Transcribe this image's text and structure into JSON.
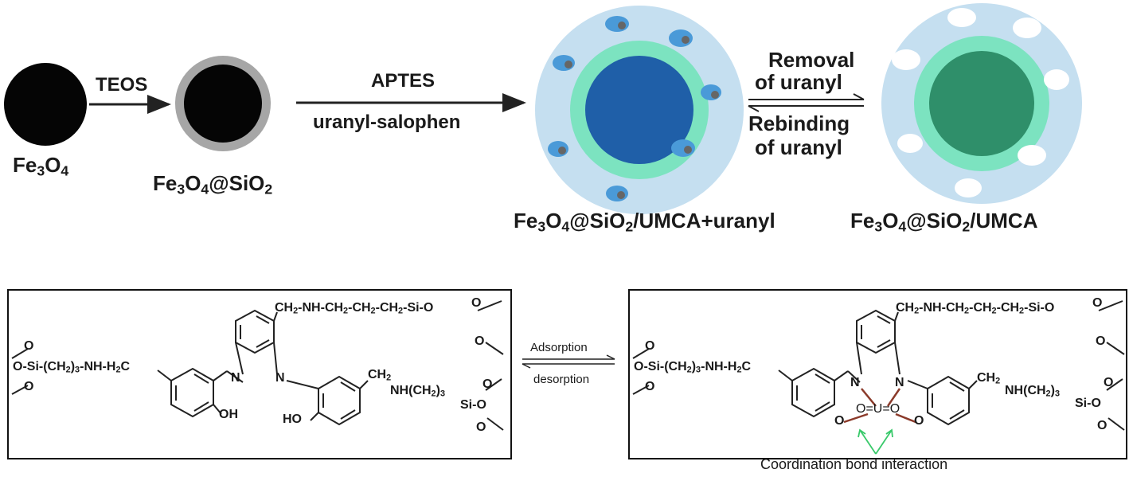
{
  "top_scheme": {
    "step1_reagent": "TEOS",
    "step2_reagent_top": "APTES",
    "step2_reagent_bottom": "uranyl-salophen",
    "removal_line1": "Removal",
    "removal_line2": "of uranyl",
    "rebinding_line1": "Rebinding",
    "rebinding_line2": "of uranyl",
    "label_fe3o4": {
      "a": "Fe",
      "b": "3",
      "c": "O",
      "d": "4"
    },
    "label_fe3o4_sio2": {
      "a": "Fe",
      "b": "3",
      "c": "O",
      "d": "4",
      "e": "@SiO",
      "f": "2"
    },
    "label_loaded": {
      "a": "Fe",
      "b": "3",
      "c": "O",
      "d": "4",
      "e": "@SiO",
      "f": "2",
      "g": "/UMCA+uranyl"
    },
    "label_umca": {
      "a": "Fe",
      "b": "3",
      "c": "O",
      "d": "4",
      "e": "@SiO",
      "f": "2",
      "g": "/UMCA"
    }
  },
  "bottom_scheme": {
    "adsorption": "Adsorption",
    "desorption": "desorption",
    "coordination_caption": "Coordination bond interaction",
    "left_structure": {
      "o_top": "O",
      "osi_chain": "O-Si-(CH",
      "sub2": "2",
      "chain_end": ")",
      "sub3": "3",
      "nh_h2c": "-NH-H",
      "sub2b": "2",
      "c": "C",
      "o_bottom": "O",
      "top_chain": "CH",
      "top_chain_sub": "2",
      "top_chain_rest": "-NH-CH",
      "top_chain_rest2": "-CH",
      "top_chain_rest3": "-CH",
      "top_si": "-Si-O",
      "o_right1": "O",
      "o_right2": "O",
      "n_left": "N",
      "n_right": "N",
      "oh_left": "OH",
      "ho_right": "HO",
      "ch2_right": "CH",
      "nh_ch2": "NH(CH",
      "si_o": "Si-O",
      "o_right3": "O",
      "o_right4": "O"
    },
    "right_structure": {
      "uranyl": "O=U=O",
      "o_left_ring": "O",
      "o_right_ring": "O"
    }
  }
}
